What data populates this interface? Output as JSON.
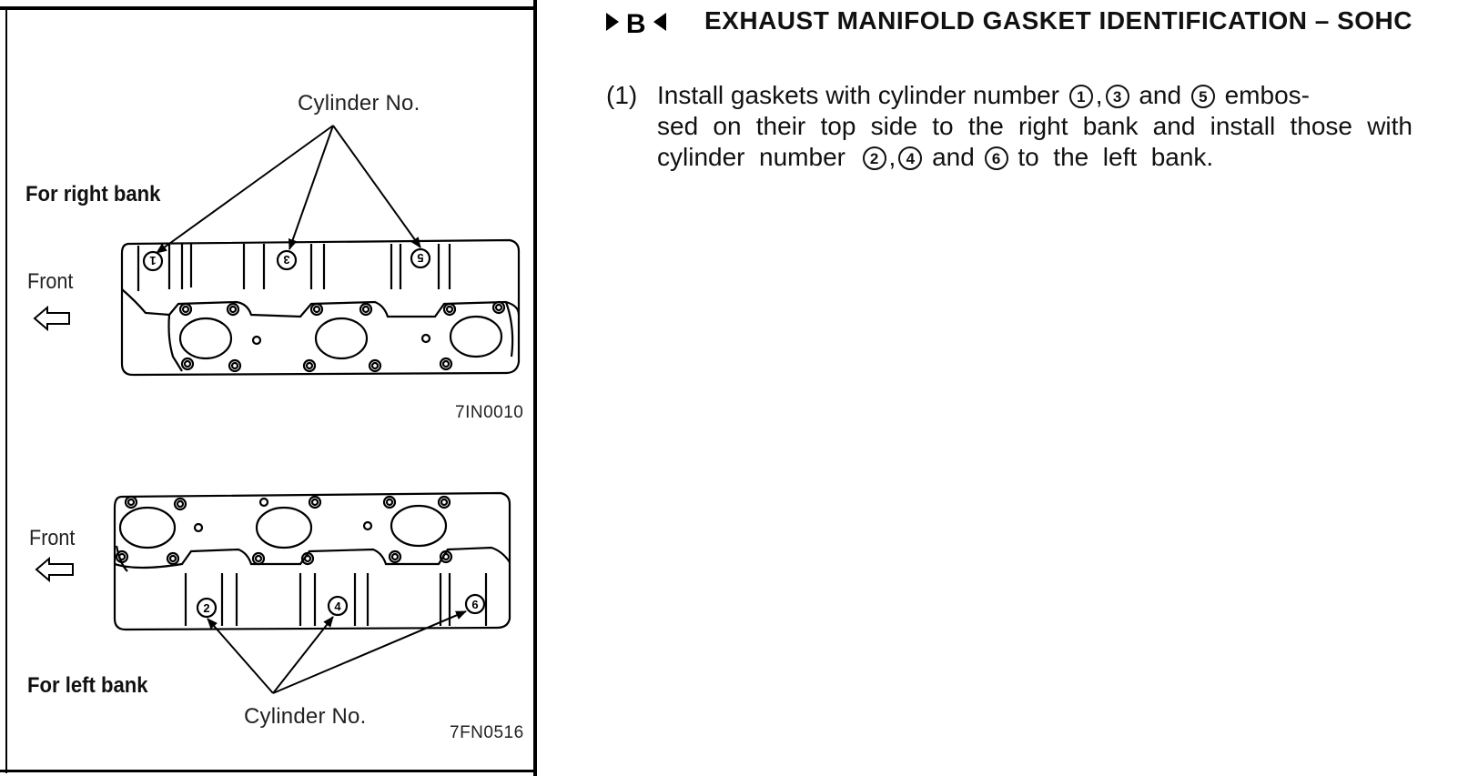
{
  "figure": {
    "top": {
      "cylinder_label": "Cylinder No.",
      "bank_label": "For right bank",
      "front_label": "Front",
      "cylinder_numbers": [
        "1",
        "3",
        "5"
      ],
      "figure_code": "7IN0010"
    },
    "bottom": {
      "cylinder_label": "Cylinder No.",
      "bank_label": "For left bank",
      "front_label": "Front",
      "cylinder_numbers": [
        "2",
        "4",
        "6"
      ],
      "figure_code": "7FN0516"
    }
  },
  "section": {
    "marker": "B",
    "title": "EXHAUST MANIFOLD GASKET IDENTIFICATION – SOHC"
  },
  "step": {
    "number": "(1)",
    "line1_a": "Install gaskets with cylinder number",
    "circ_1": "1",
    "circ_3": "3",
    "line1_and": "and",
    "circ_5": "5",
    "line1_b": "embos-",
    "line2": "sed on their top side to the right bank and install those with",
    "line3_a": "cylinder  number",
    "circ_2": "2",
    "circ_4": "4",
    "line3_and": "and",
    "circ_6": "6",
    "line3_b": "to  the  left  bank."
  }
}
